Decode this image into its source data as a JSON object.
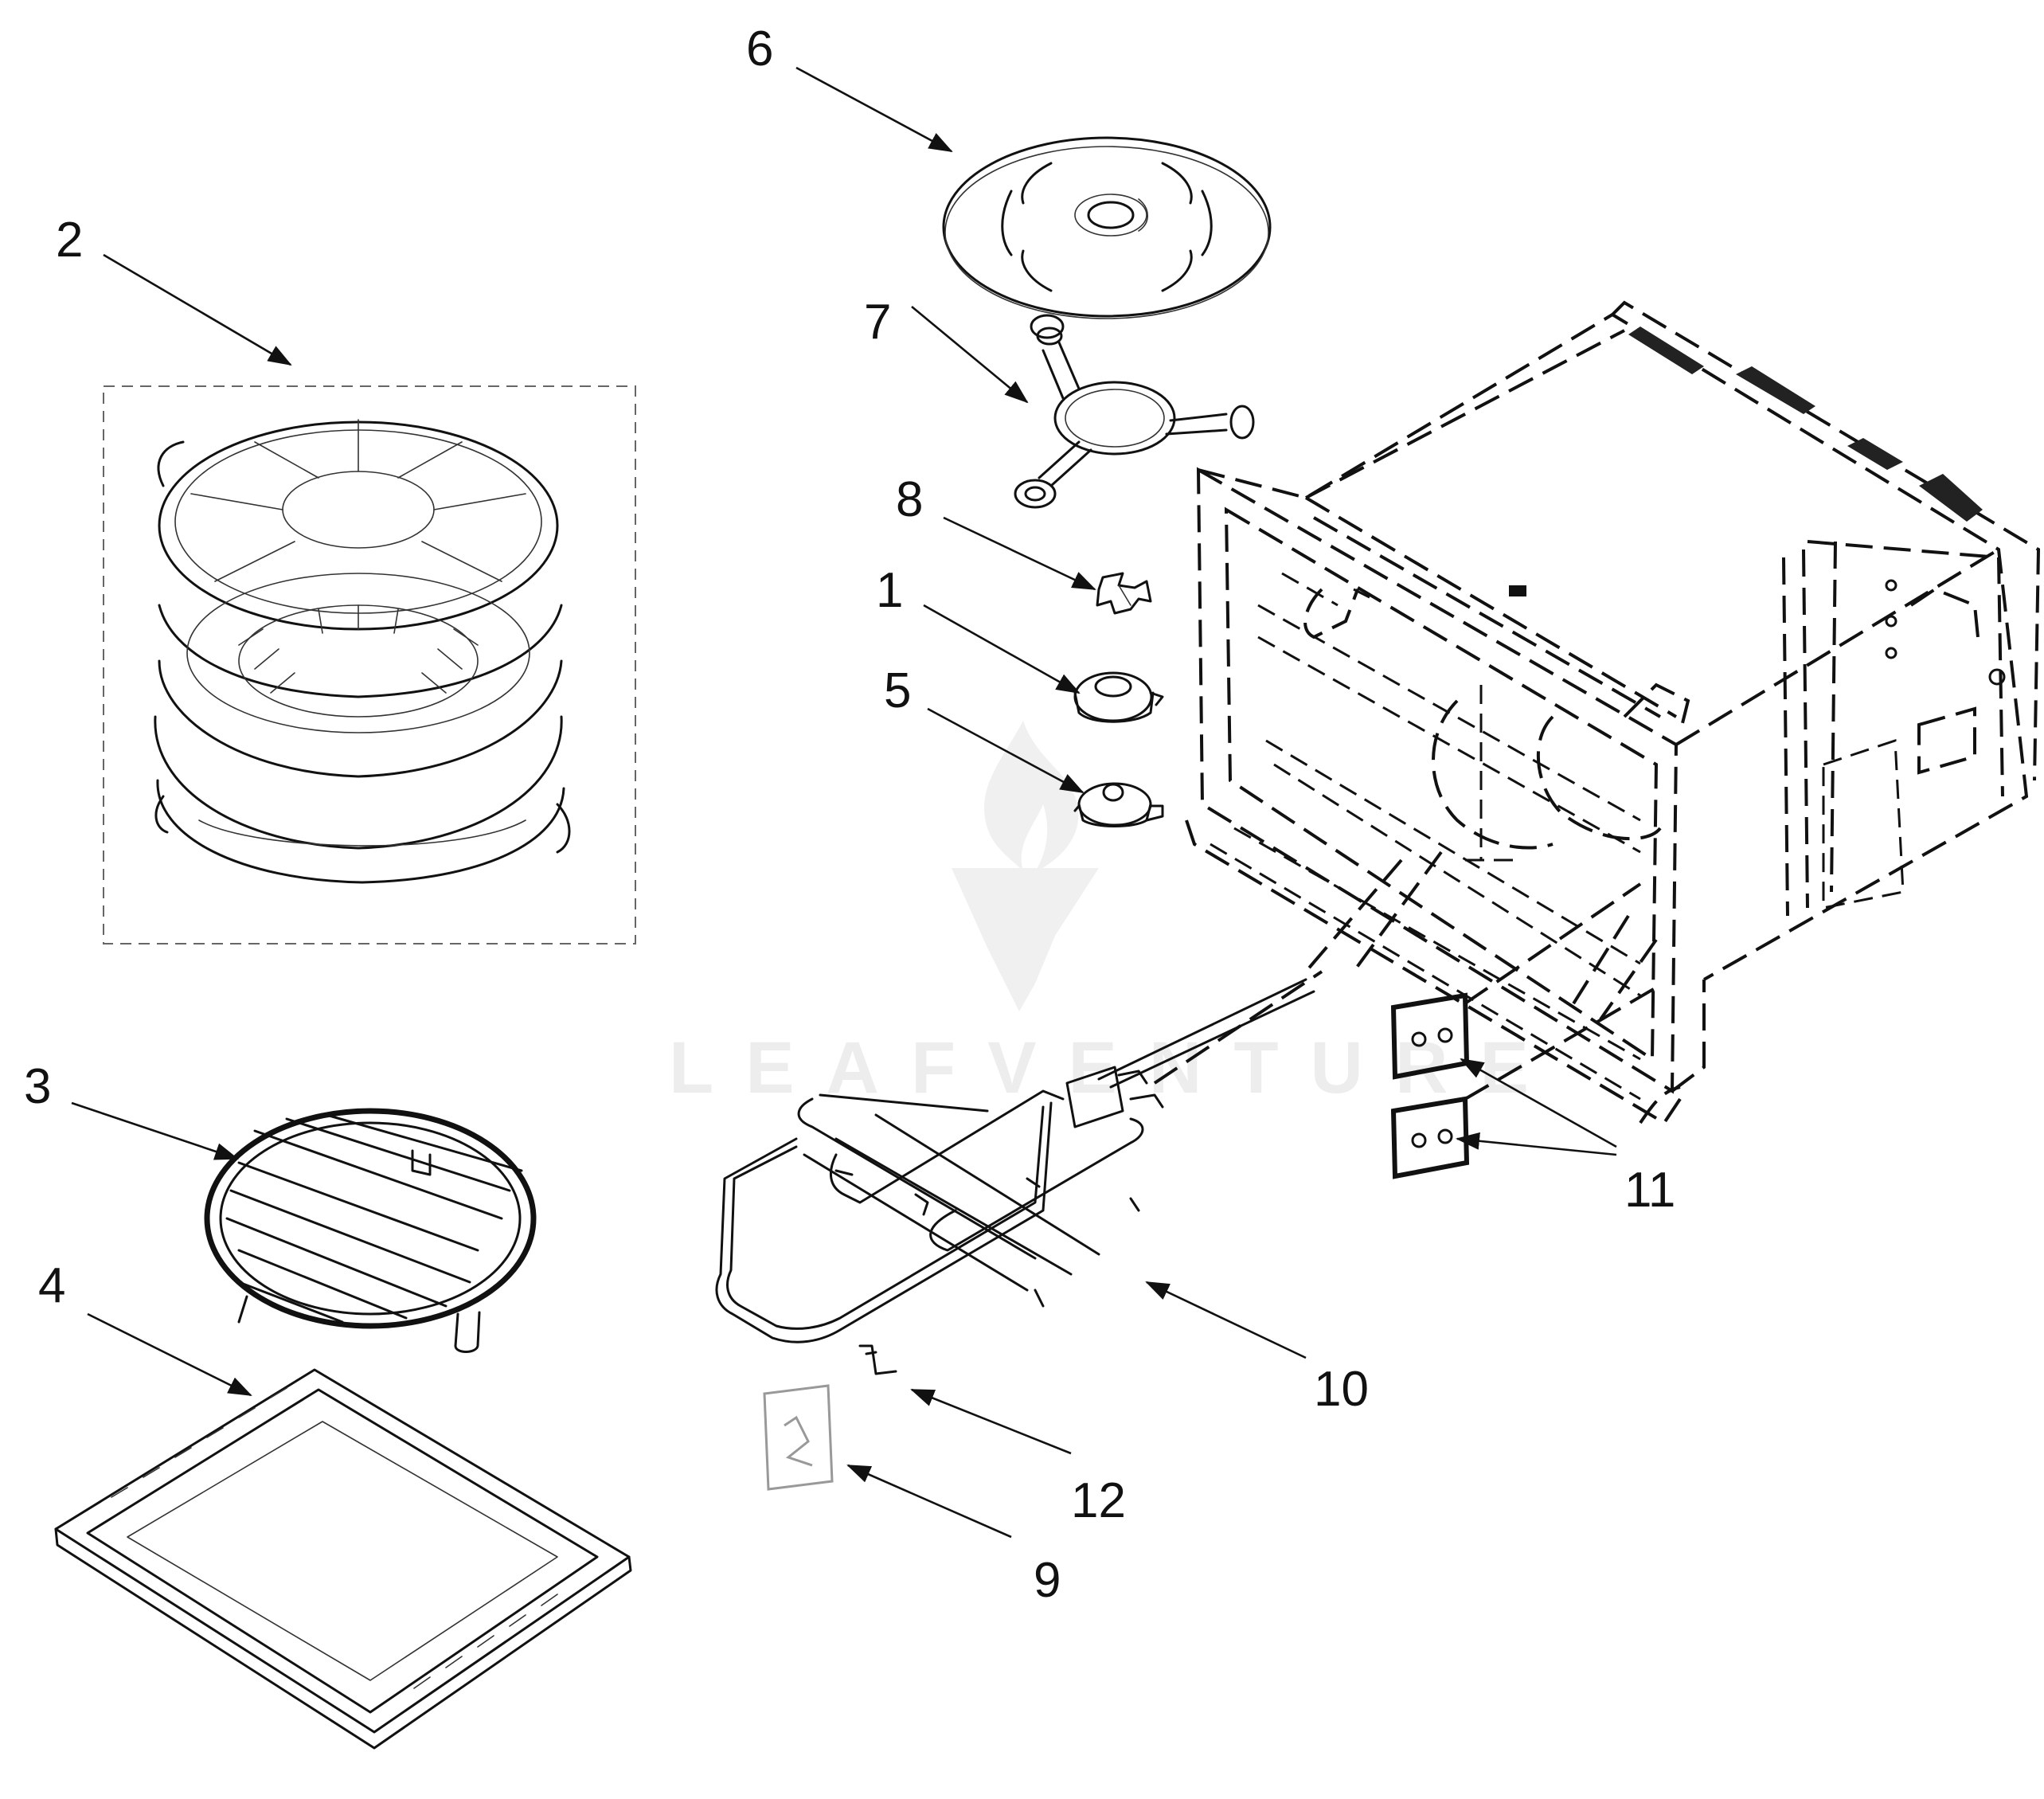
{
  "watermark": {
    "text": "LEAFVENTURE",
    "color": "#ededed"
  },
  "callouts": [
    {
      "id": "1",
      "label": "1"
    },
    {
      "id": "2",
      "label": "2"
    },
    {
      "id": "3",
      "label": "3"
    },
    {
      "id": "4",
      "label": "4"
    },
    {
      "id": "5",
      "label": "5"
    },
    {
      "id": "6",
      "label": "6"
    },
    {
      "id": "7",
      "label": "7"
    },
    {
      "id": "8",
      "label": "8"
    },
    {
      "id": "9",
      "label": "9"
    },
    {
      "id": "10",
      "label": "10"
    },
    {
      "id": "11",
      "label": "11"
    },
    {
      "id": "12",
      "label": "12"
    }
  ],
  "colors": {
    "line": "#111111",
    "background": "#ffffff"
  }
}
